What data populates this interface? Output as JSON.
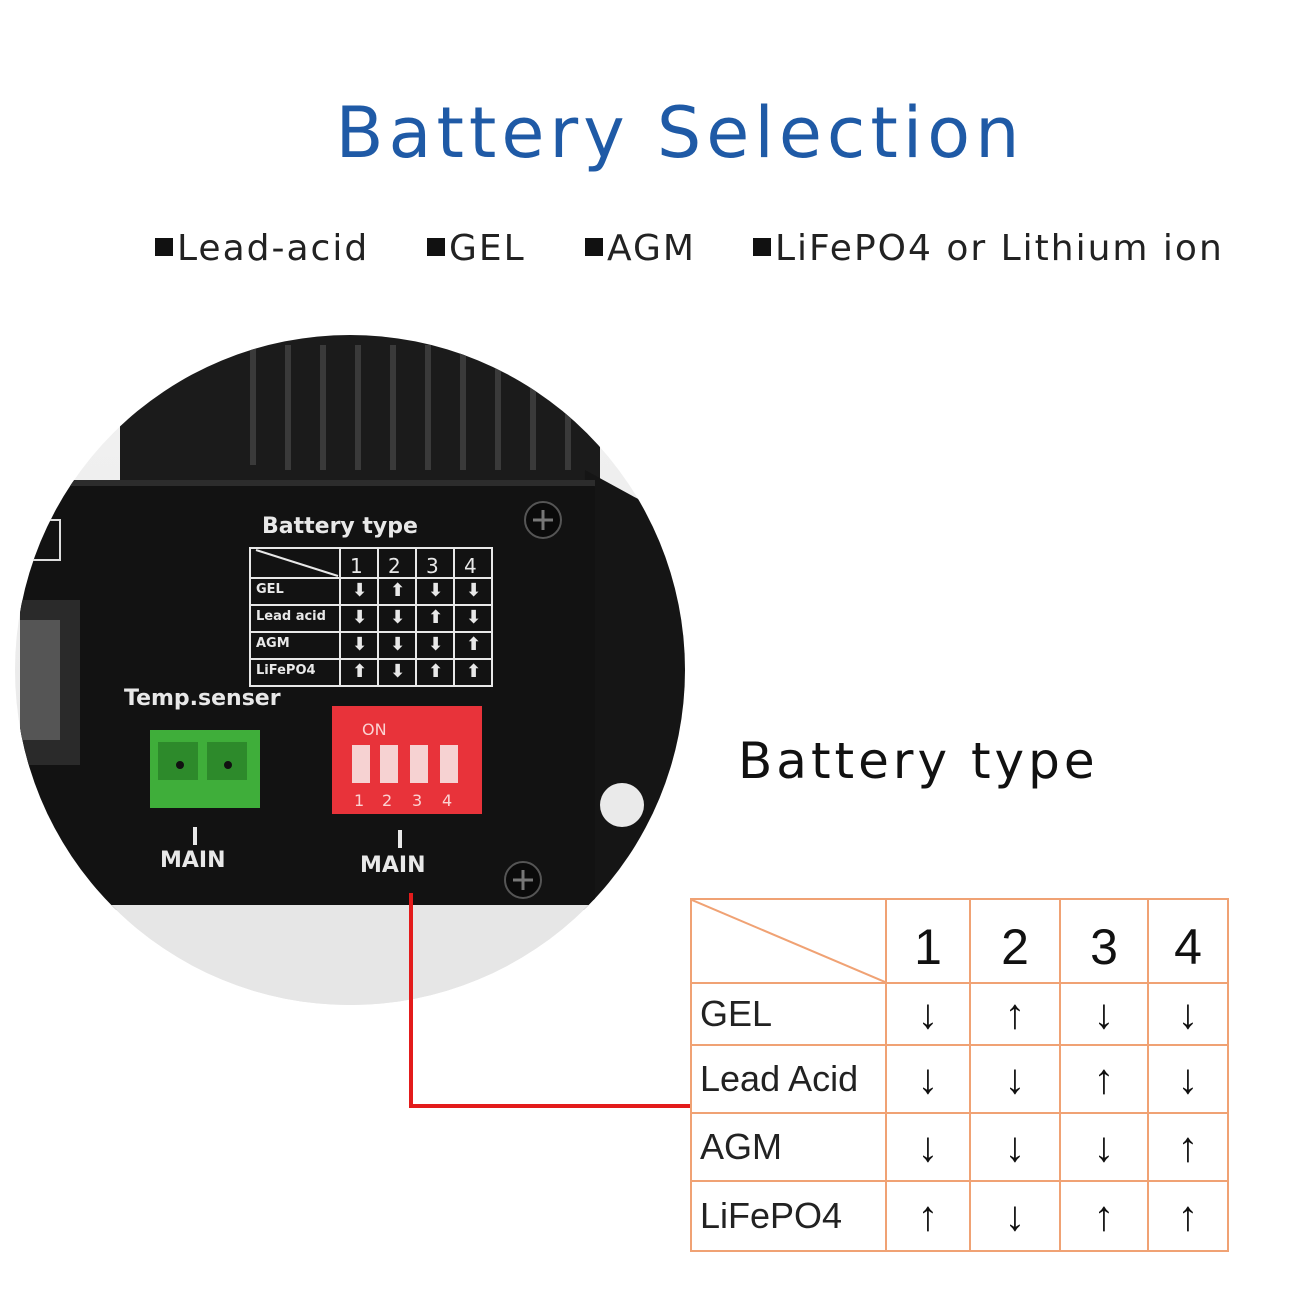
{
  "title": "Battery Selection",
  "battery_types": [
    {
      "bullet": "■",
      "label": "Lead-acid"
    },
    {
      "bullet": "■",
      "label": "GEL"
    },
    {
      "bullet": "■",
      "label": "AGM"
    },
    {
      "bullet": "■",
      "label": "LiFePO4 or Lithium ion"
    }
  ],
  "device": {
    "panel_title": "Battery type",
    "panel_columns": [
      "1",
      "2",
      "3",
      "4"
    ],
    "panel_rows": [
      {
        "label": "GEL",
        "arrows": [
          "down",
          "up",
          "down",
          "down"
        ]
      },
      {
        "label": "Lead acid",
        "arrows": [
          "down",
          "down",
          "up",
          "down"
        ]
      },
      {
        "label": "AGM",
        "arrows": [
          "down",
          "down",
          "down",
          "up"
        ]
      },
      {
        "label": "LiFePO4",
        "arrows": [
          "up",
          "down",
          "up",
          "up"
        ]
      }
    ],
    "temp_label": "Temp.senser",
    "dip_on_label": "ON",
    "dip_numbers": [
      "1",
      "2",
      "3",
      "4"
    ],
    "main_label_1": "MAIN",
    "main_label_2": "MAIN"
  },
  "section_heading": "Battery type",
  "switch_table": {
    "columns": [
      "1",
      "2",
      "3",
      "4"
    ],
    "rows": [
      {
        "label": "GEL",
        "arrows": [
          "↓",
          "↑",
          "↓",
          "↓"
        ]
      },
      {
        "label": "Lead Acid",
        "arrows": [
          "↓",
          "↓",
          "↑",
          "↓"
        ]
      },
      {
        "label": "AGM",
        "arrows": [
          "↓",
          "↓",
          "↓",
          "↑"
        ]
      },
      {
        "label": "LiFePO4",
        "arrows": [
          "↑",
          "↓",
          "↑",
          "↑"
        ]
      }
    ]
  },
  "colors": {
    "title": "#1f5aa6",
    "table_border": "#f0a274",
    "leader_line": "#e31b1b",
    "dip_switch": "#e8333a",
    "terminal": "#3fae3a"
  }
}
